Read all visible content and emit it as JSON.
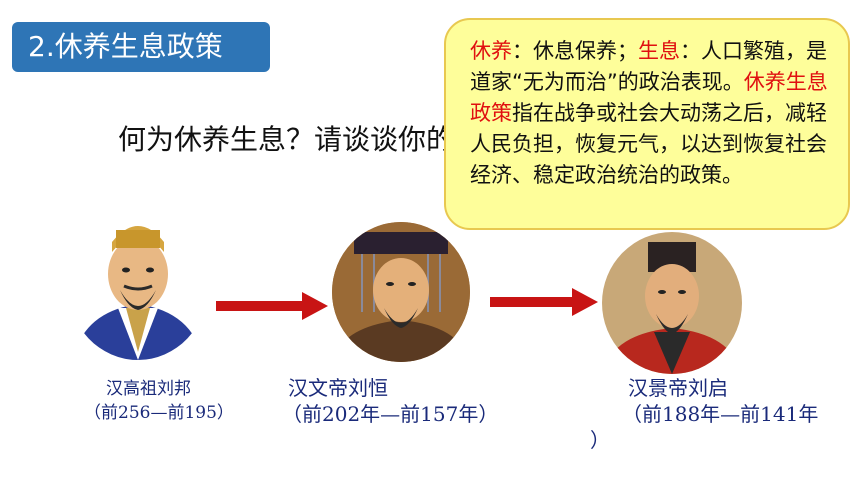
{
  "slide": {
    "section_title": "2.休养生息政策",
    "question": "何为休养生息？请谈谈你的理解。"
  },
  "callout": {
    "t1": "休养",
    "t2": "：休息保养；",
    "t3": "生息",
    "t4": "：人口繁殖，是道家“无为而治”的政治表现。",
    "t5": "休养生息政策",
    "t6": "指在战争或社会大动荡之后，减轻人民负担，恢复元气，以达到恢复社会经济、稳定政治统治的政策。"
  },
  "emperors": [
    {
      "name": "汉高祖刘邦",
      "dates": "（前256—前195）"
    },
    {
      "name": "汉文帝刘恒",
      "dates": "（前202年—前157年）"
    },
    {
      "name": "汉景帝刘启",
      "dates": "（前188年—前141年",
      "dates_tail": "）"
    }
  ],
  "colors": {
    "title_bg": "#2e75b6",
    "callout_bg": "#fefe9a",
    "highlight": "#e01010",
    "arrow": "#c81414",
    "caption": "#1a2a7a"
  }
}
